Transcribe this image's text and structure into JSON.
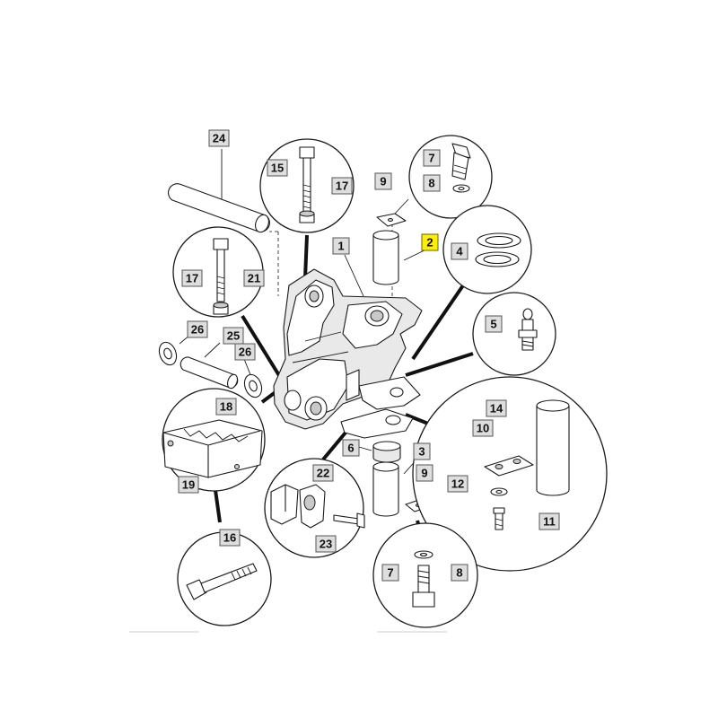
{
  "highlight_color": "#ffef00",
  "callouts": {
    "c24": "24",
    "c15": "15",
    "c17a": "17",
    "c9a": "9",
    "c7a": "7",
    "c8a": "8",
    "c2": "2",
    "c4": "4",
    "c1": "1",
    "c17b": "17",
    "c21": "21",
    "c5": "5",
    "c26a": "26",
    "c25": "25",
    "c26b": "26",
    "c18": "18",
    "c14": "14",
    "c10": "10",
    "c6": "6",
    "c3": "3",
    "c22": "22",
    "c12": "12",
    "c9b": "9",
    "c19": "19",
    "c11": "11",
    "c23": "23",
    "c16": "16",
    "c7b": "7",
    "c8b": "8"
  },
  "highlighted_part": "2"
}
